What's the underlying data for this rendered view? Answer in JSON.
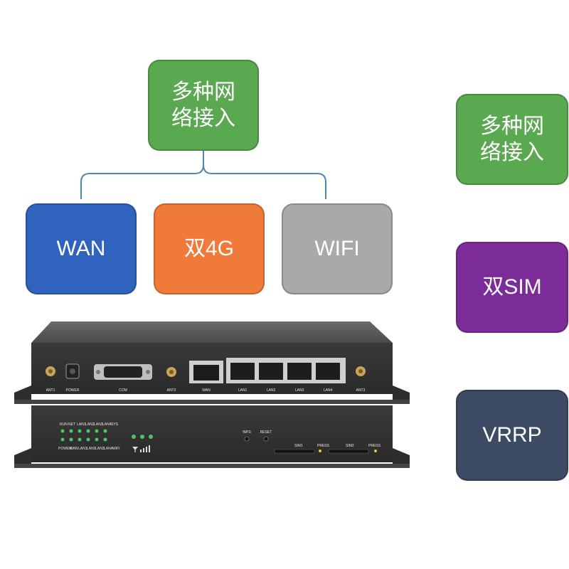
{
  "top_box": {
    "label": "多种网络接入",
    "color": "#5aa84f"
  },
  "access_boxes": [
    {
      "label": "WAN",
      "color": "#2f63be"
    },
    {
      "label": "双4G",
      "color": "#ef7a3a"
    },
    {
      "label": "WIFI",
      "color": "#a9a9a9"
    }
  ],
  "right_boxes": [
    {
      "label": "多种网络接入",
      "color": "#5aa84f"
    },
    {
      "label": "双SIM",
      "color": "#7c2c99"
    },
    {
      "label": "VRRP",
      "color": "#3c4a63"
    }
  ],
  "device": {
    "back_panel_labels": [
      "ANT1",
      "POWER",
      "COM",
      "ANT2",
      "WAN",
      "LAN1",
      "LAN2",
      "LAN3",
      "LAN4",
      "ANT3"
    ],
    "front_panel_labels": [
      "WPS",
      "RESET",
      "SIM1",
      "PRESS",
      "SIM2",
      "PRESS"
    ],
    "led_top_labels": [
      "RUN",
      "NET",
      "LAN1",
      "LAN2",
      "LAN3",
      "LAN4",
      "SYS"
    ],
    "led_bottom_labels": [
      "POWER",
      "WAN",
      "LAN1",
      "LAN2",
      "LAN3",
      "LAN4",
      "WIFI"
    ]
  }
}
